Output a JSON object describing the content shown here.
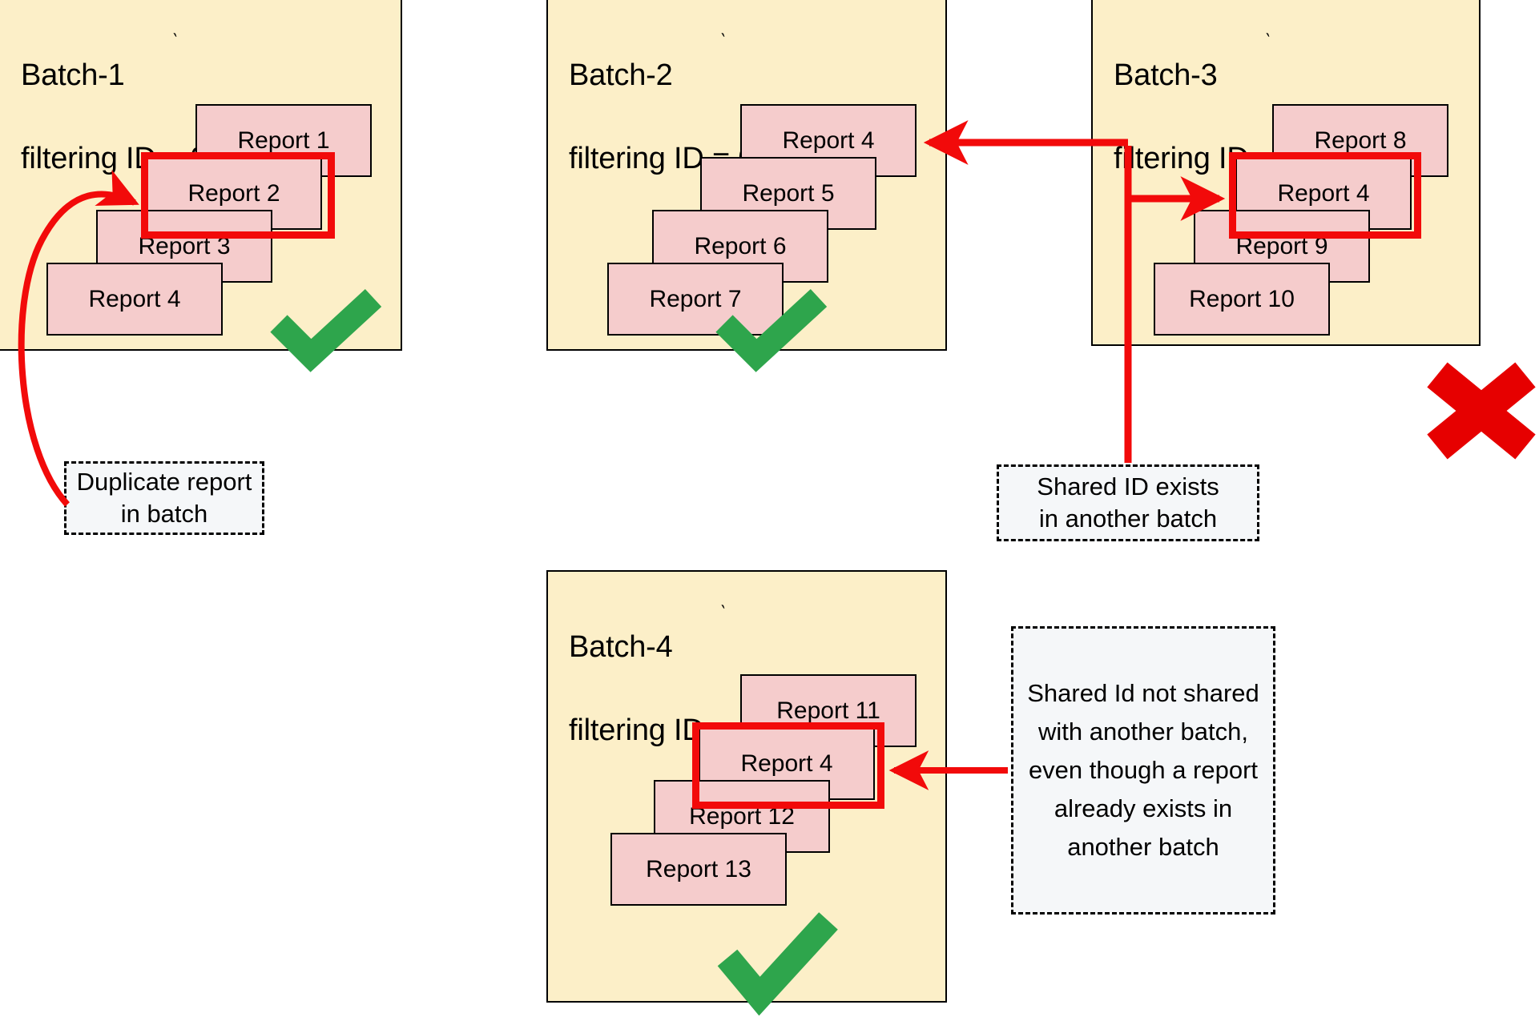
{
  "diagram": {
    "title_text_pattern": "Batch-N filtering ID = V",
    "colors": {
      "batch_fill": "#FCEFC8",
      "card_fill": "#F5CCCC",
      "highlight_red": "#F20A0A",
      "arrow_red": "#F20A0A",
      "check_green": "#2EA54C",
      "cross_red": "#E60000",
      "callout_fill": "#F5F7F9",
      "border_black": "#000000"
    },
    "batches": [
      {
        "id": "batch-1",
        "name": "Batch-1",
        "filter_label": "filtering ID = 0",
        "status": "valid",
        "status_icon": "check-icon",
        "cards": [
          {
            "label": "Report 1",
            "highlighted": false
          },
          {
            "label": "Report 2",
            "highlighted": true
          },
          {
            "label": "Report 3",
            "highlighted": false
          },
          {
            "label": "Report 4",
            "highlighted": false
          }
        ]
      },
      {
        "id": "batch-2",
        "name": "Batch-2",
        "filter_label": "filtering ID = 0",
        "status": "valid",
        "status_icon": "check-icon",
        "cards": [
          {
            "label": "Report 4",
            "highlighted": false
          },
          {
            "label": "Report 5",
            "highlighted": false
          },
          {
            "label": "Report 6",
            "highlighted": false
          },
          {
            "label": "Report 7",
            "highlighted": false
          }
        ]
      },
      {
        "id": "batch-3",
        "name": "Batch-3",
        "filter_label": "filtering ID = 0",
        "status": "invalid",
        "status_icon": "cross-icon",
        "cards": [
          {
            "label": "Report 8",
            "highlighted": false
          },
          {
            "label": "Report 4",
            "highlighted": true
          },
          {
            "label": "Report 9",
            "highlighted": false
          },
          {
            "label": "Report 10",
            "highlighted": false
          }
        ]
      },
      {
        "id": "batch-4",
        "name": "Batch-4",
        "filter_label": "filtering ID = 1",
        "status": "valid",
        "status_icon": "check-icon",
        "cards": [
          {
            "label": "Report 11",
            "highlighted": false
          },
          {
            "label": "Report 4",
            "highlighted": true
          },
          {
            "label": "Report 12",
            "highlighted": false
          },
          {
            "label": "Report 13",
            "highlighted": false
          }
        ]
      }
    ],
    "callouts": [
      {
        "id": "callout-duplicate",
        "text": "Duplicate report\nin batch"
      },
      {
        "id": "callout-shared-id-exists",
        "text": "Shared ID exists\nin another batch"
      },
      {
        "id": "callout-shared-id-not-shared",
        "text": "Shared Id not shared with another batch, even though a report already exists in another batch"
      }
    ],
    "annotations": {
      "duplicate_arrow": "curved red arrow from duplicate-report callout to Report 2 in Batch-1",
      "shared_arrow_to_batch2": "red elbow arrow from Shared ID callout to Report 4 in Batch-2",
      "shared_arrow_to_batch3": "red elbow arrow from Shared ID callout to Report 4 in Batch-3",
      "not_shared_arrow": "red straight arrow from Shared Id not shared callout to Report 4 in Batch-4"
    }
  }
}
